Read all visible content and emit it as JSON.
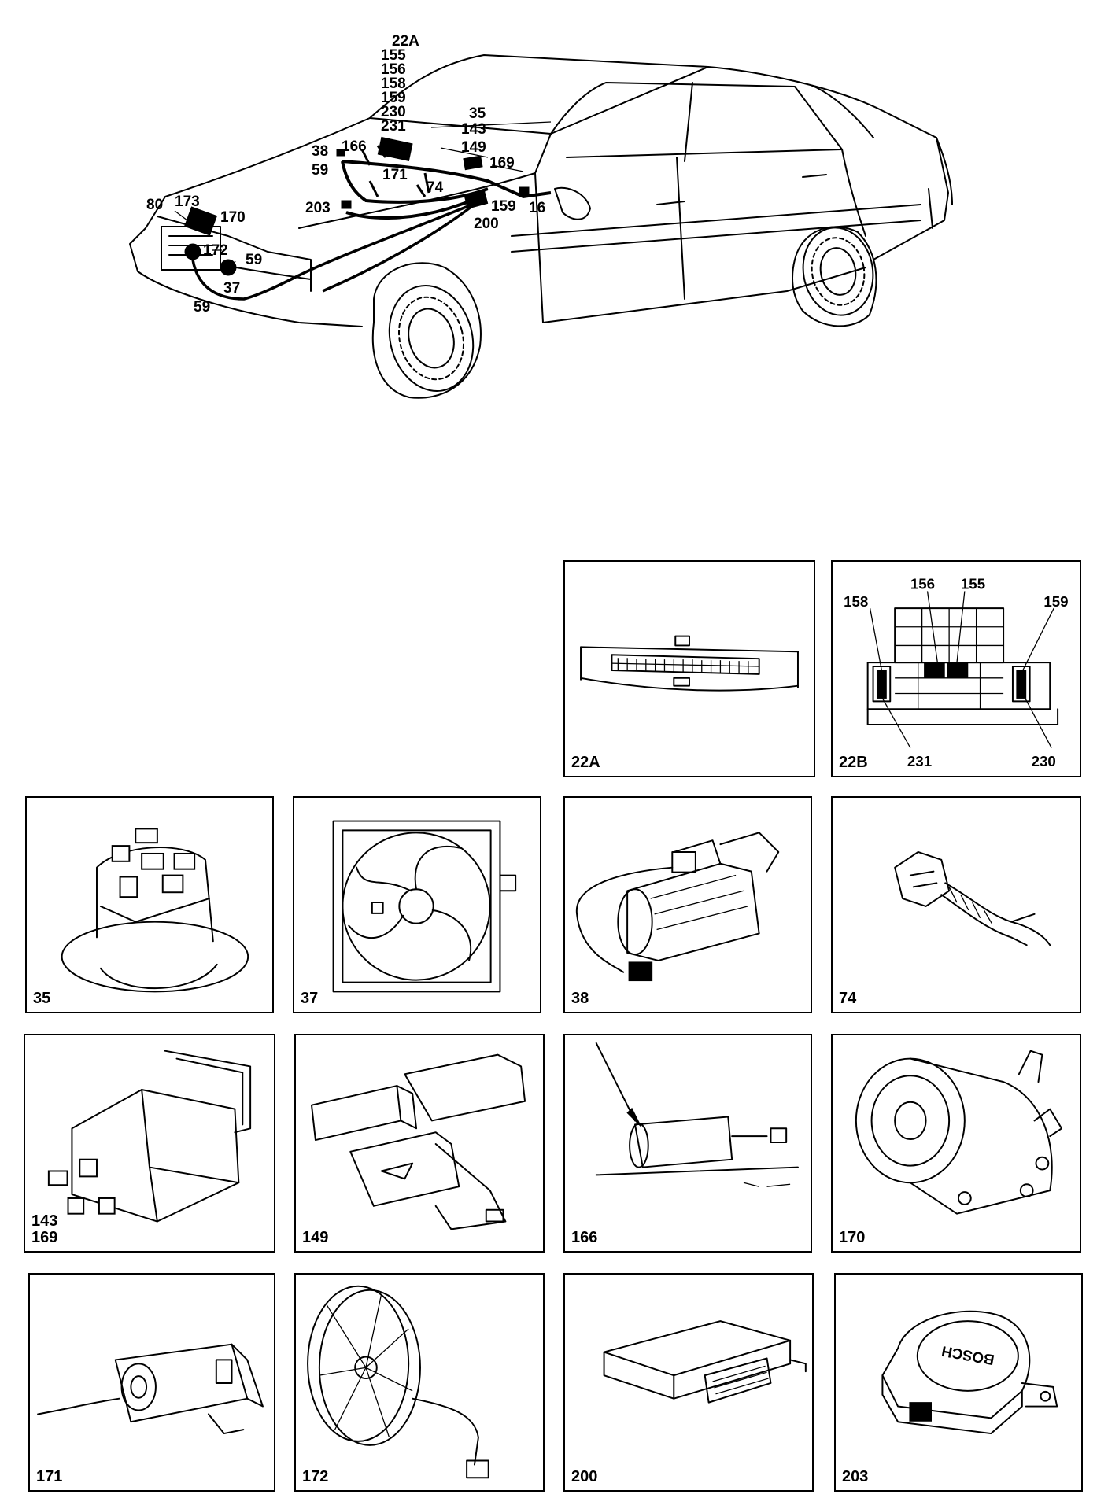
{
  "overview": {
    "callouts": [
      "22A",
      "155",
      "156",
      "158",
      "159",
      "230",
      "231",
      "35",
      "143",
      "149",
      "38",
      "166",
      "169",
      "59",
      "171",
      "74",
      "203",
      "159",
      "200",
      "16",
      "80",
      "173",
      "170",
      "172",
      "59",
      "37",
      "59"
    ]
  },
  "panels": [
    {
      "id": "22A",
      "label": "22A"
    },
    {
      "id": "22B",
      "label": "22B",
      "inner": [
        "156",
        "155",
        "158",
        "159",
        "231",
        "230"
      ]
    },
    {
      "id": "35",
      "label": "35"
    },
    {
      "id": "37",
      "label": "37"
    },
    {
      "id": "38",
      "label": "38"
    },
    {
      "id": "74",
      "label": "74"
    },
    {
      "id": "143",
      "label": "143\n169"
    },
    {
      "id": "149",
      "label": "149"
    },
    {
      "id": "166",
      "label": "166"
    },
    {
      "id": "170",
      "label": "170"
    },
    {
      "id": "171",
      "label": "171"
    },
    {
      "id": "172",
      "label": "172"
    },
    {
      "id": "200",
      "label": "200"
    },
    {
      "id": "203",
      "label": "203",
      "brand": "BOSCH"
    }
  ]
}
